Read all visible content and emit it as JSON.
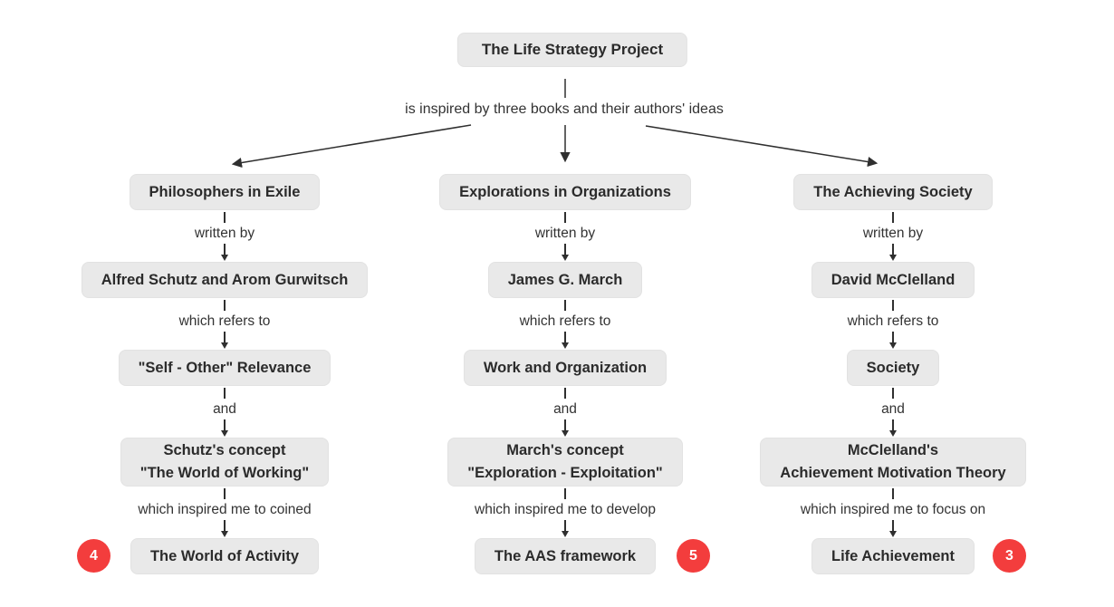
{
  "colors": {
    "page_bg": "#ffffff",
    "node_bg": "#e9e9e9",
    "node_border": "#e2e2e2",
    "node_text": "#2b2b2b",
    "label_text": "#333333",
    "line": "#2f2f2f",
    "badge_bg": "#f33d3d",
    "badge_text": "#ffffff"
  },
  "root": {
    "title": "The Life Strategy Project",
    "subtitle": "is inspired by three books and their authors' ideas"
  },
  "columns": [
    {
      "book": "Philosophers in Exile",
      "written_by_label": "written by",
      "author": "Alfred Schutz and Arom Gurwitsch",
      "refers_label": "which refers to",
      "concept1": "\"Self - Other\" Relevance",
      "and_label": "and",
      "concept2": {
        "line1": "Schutz's concept",
        "line2": "\"The World of Working\""
      },
      "inspired_label": "which inspired me to coined",
      "outcome": "The World of Activity",
      "badge": "4",
      "badge_side": "left"
    },
    {
      "book": "Explorations in Organizations",
      "written_by_label": "written by",
      "author": "James G. March",
      "refers_label": "which refers to",
      "concept1": "Work and Organization",
      "and_label": "and",
      "concept2": {
        "line1": "March's concept",
        "line2": "\"Exploration - Exploitation\""
      },
      "inspired_label": "which inspired me to develop",
      "outcome": "The AAS framework",
      "badge": "5",
      "badge_side": "right"
    },
    {
      "book": "The Achieving Society",
      "written_by_label": "written by",
      "author": "David McClelland",
      "refers_label": "which refers to",
      "concept1": "Society",
      "and_label": "and",
      "concept2": {
        "line1": "McClelland's",
        "line2": "Achievement Motivation Theory"
      },
      "inspired_label": "which inspired me to focus on",
      "outcome": "Life Achievement",
      "badge": "3",
      "badge_side": "right"
    }
  ]
}
